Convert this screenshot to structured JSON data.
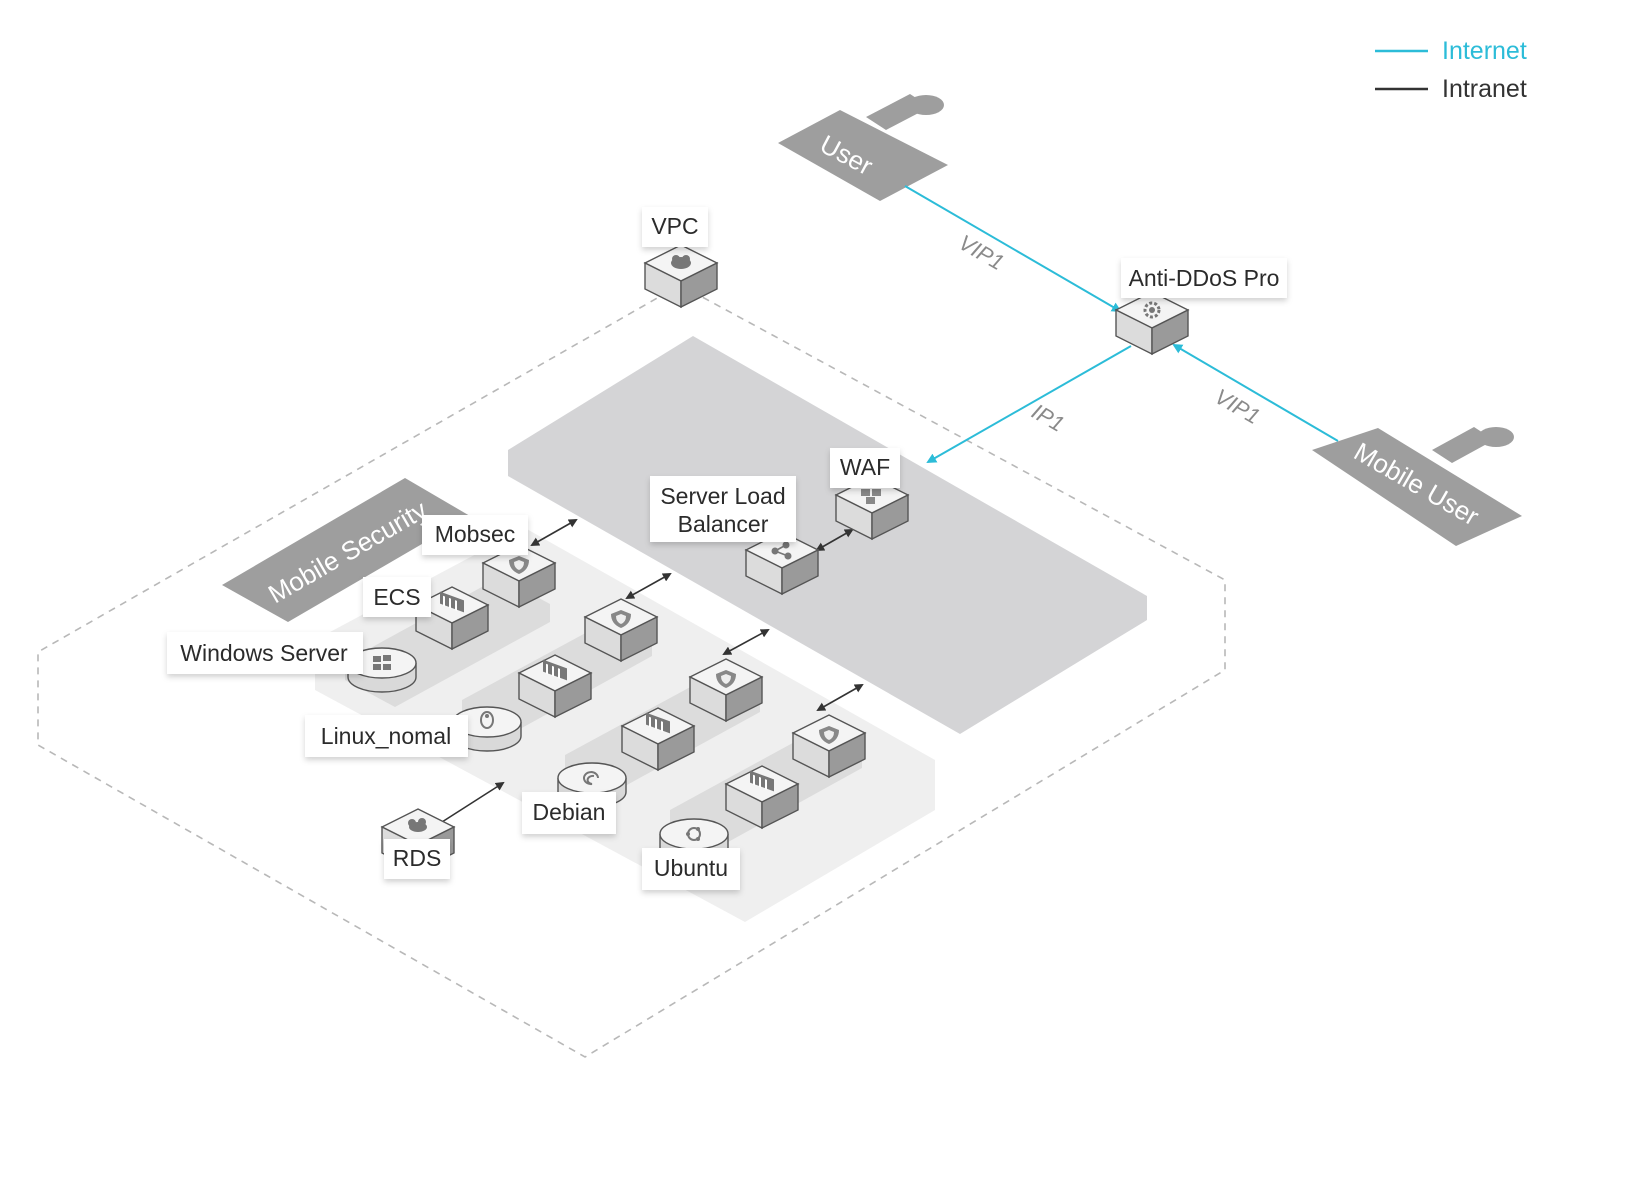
{
  "legend": {
    "internet": {
      "label": "Internet",
      "color": "#2cbcd8"
    },
    "intranet": {
      "label": "Intranet",
      "color": "#333333"
    }
  },
  "actors": {
    "user": "User",
    "mobile_user": "Mobile User"
  },
  "nodes": {
    "vpc": "VPC",
    "anti_ddos": "Anti-DDoS Pro",
    "waf": "WAF",
    "slb_line1": "Server Load",
    "slb_line2": "Balancer",
    "mobsec": "Mobsec",
    "ecs": "ECS",
    "windows": "Windows Server",
    "linux": "Linux_nomal",
    "debian": "Debian",
    "ubuntu": "Ubuntu",
    "rds": "RDS"
  },
  "zones": {
    "mobile_security": "Mobile Security"
  },
  "edges": {
    "user_to_antiddos": "VIP1",
    "mobile_to_antiddos": "VIP1",
    "antiddos_to_waf": "IP1"
  },
  "icons": [
    "user-icon",
    "vpc-icon",
    "gear-icon",
    "waf-icon",
    "share-icon",
    "shield-icon",
    "server-rack-icon",
    "windows-icon",
    "linux-icon",
    "debian-icon",
    "ubuntu-icon",
    "database-icon"
  ]
}
